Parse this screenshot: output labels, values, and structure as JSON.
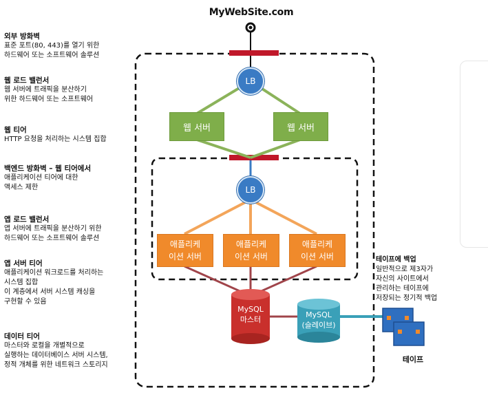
{
  "title": "MyWebSite.com",
  "layers": [
    {
      "head": "외부 방화벽",
      "body": "표준 포트(80, 443)를 열기 위한\n하드웨어 또는 소프트웨어 솔루션"
    },
    {
      "head": "웹 로드 밸런서",
      "body": "웹 서버에 트래픽을 분산하기\n위한 하드웨어 또는 소프트웨어"
    },
    {
      "head": "웹 티어",
      "body": "HTTP 요청을 처리하는 시스템 집합"
    },
    {
      "head": "백엔드 방화벽 – 웹 티어에서",
      "body": "애플리케이션 티어에 대한\n액세스 제한"
    },
    {
      "head": "앱 로드 밸런서",
      "body": "앱 서버에 트래픽을 분산하기 위한\n하드웨어 또는 소프트웨어 솔루션"
    },
    {
      "head": "앱 서버 티어",
      "body": "애플리케이션 워크로드를 처리하는\n시스템 집합\n이 계층에서 서버 시스템 캐싱을\n구현할 수 있음"
    },
    {
      "head": "데이터 티어",
      "body": "마스터와 로컬을 개별적으로\n실행하는 데이터베이스 서버 시스템,\n정적 개체를 위한 네트워크 스토리지"
    }
  ],
  "nodes": {
    "lb_top": "LB",
    "lb_app": "LB",
    "web_servers": [
      "웹 서버",
      "웹 서버"
    ],
    "app_servers": [
      "애플리케\n이션 서버",
      "애플리케\n이션 서버",
      "애플리케\n이션 서버"
    ],
    "db_master": "MySQL\n마스터",
    "db_slave": "MySQL\n(슬레이브)"
  },
  "backup": {
    "head": "테이프에 백업",
    "body": "일반적으로 제3자가\n자신의 사이트에서\n관리하는 테이프에\n저장되는 정기적 백업",
    "tape_label": "테이프"
  },
  "colors": {
    "firewall": "#c0182a",
    "web_green": "#7fae4a",
    "app_orange": "#f08a2b",
    "lb_blue": "#3a7bc4",
    "db_red": "#c9302c",
    "db_teal": "#3aa0b8",
    "tape_blue": "#2f6fc0",
    "link_red": "#a0444a"
  }
}
